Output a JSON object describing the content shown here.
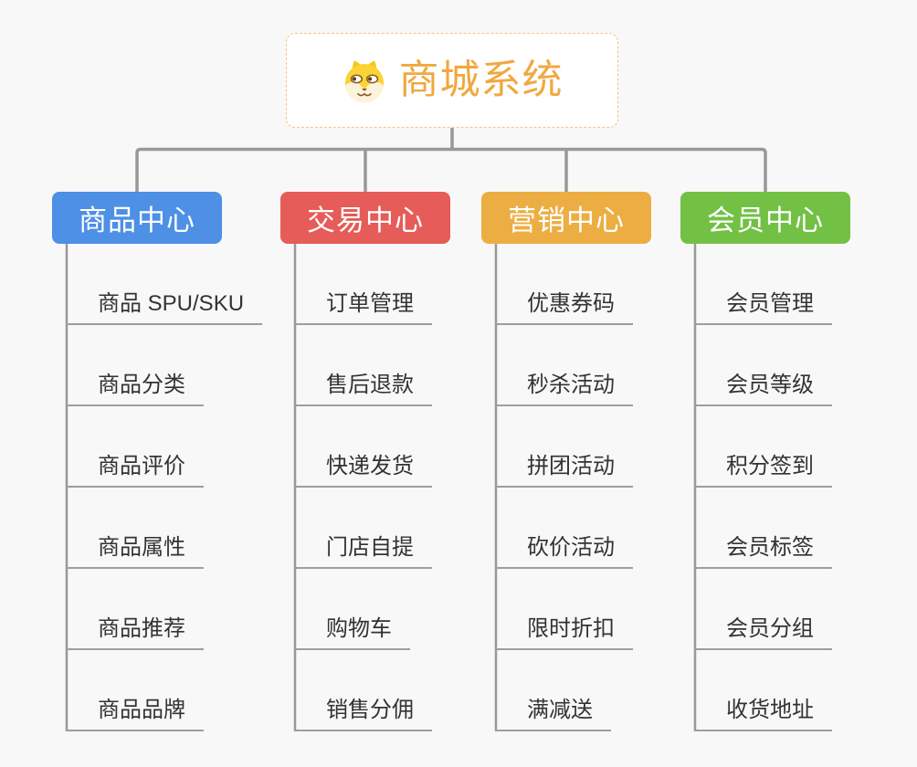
{
  "page": {
    "background": "#f8f8f8"
  },
  "root": {
    "title": "商城系统",
    "title_color": "#f0a840",
    "border_color": "#f2c77d",
    "icon": "dog-mascot-icon"
  },
  "connector_color": "#989898",
  "underline_color": "#9e9e9e",
  "branches": [
    {
      "label": "商品中心",
      "color": "#4d90e6",
      "items": [
        "商品 SPU/SKU",
        "商品分类",
        "商品评价",
        "商品属性",
        "商品推荐",
        "商品品牌"
      ]
    },
    {
      "label": "交易中心",
      "color": "#e65c58",
      "items": [
        "订单管理",
        "售后退款",
        "快递发货",
        "门店自提",
        "购物车",
        "销售分佣"
      ]
    },
    {
      "label": "营销中心",
      "color": "#ecae42",
      "items": [
        "优惠券码",
        "秒杀活动",
        "拼团活动",
        "砍价活动",
        "限时折扣",
        "满减送"
      ]
    },
    {
      "label": "会员中心",
      "color": "#72c144",
      "items": [
        "会员管理",
        "会员等级",
        "积分签到",
        "会员标签",
        "会员分组",
        "收货地址"
      ]
    }
  ]
}
